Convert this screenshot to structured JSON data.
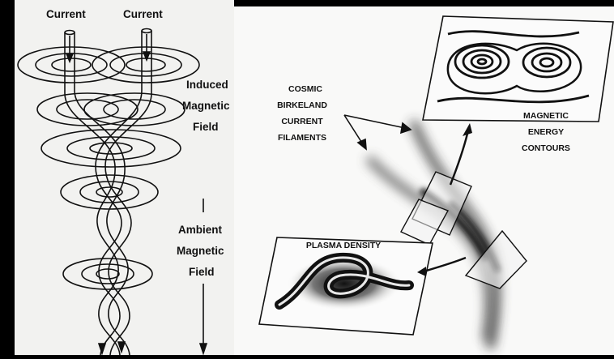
{
  "left_panel": {
    "current_label_left": "Current",
    "current_label_right": "Current",
    "induced_field_line1": "Induced",
    "induced_field_line2": "Magnetic",
    "induced_field_line3": "Field",
    "ambient_field_line1": "Ambient",
    "ambient_field_line2": "Magnetic",
    "ambient_field_line3": "Field"
  },
  "right_panel": {
    "filaments_line1": "COSMIC",
    "filaments_line2": "BIRKELAND",
    "filaments_line3": "CURRENT",
    "filaments_line4": "FILAMENTS",
    "contours_line1": "MAGNETIC",
    "contours_line2": "ENERGY",
    "contours_line3": "CONTOURS",
    "plasma_density_label": "PLASMA DENSITY"
  },
  "colors": {
    "background": "#000000",
    "paper": "#f7f7f5",
    "ink": "#111111"
  }
}
